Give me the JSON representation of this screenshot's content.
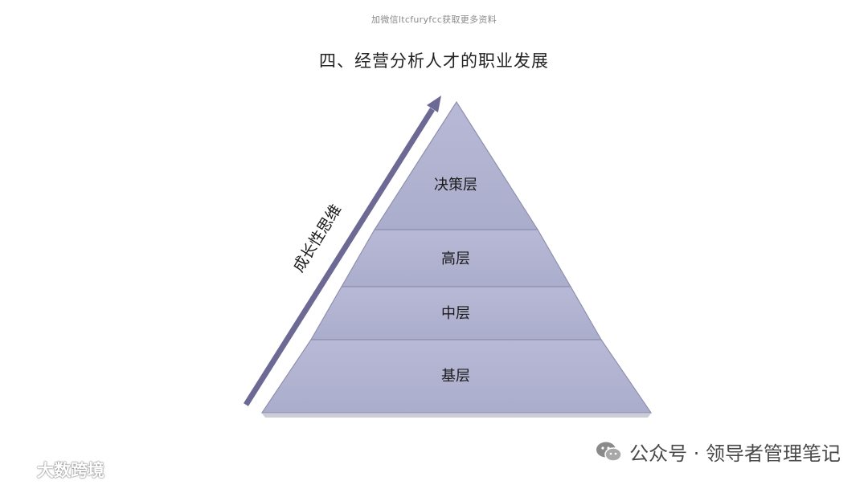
{
  "watermark": "加微信ltcfuryfcc获取更多资料",
  "title": "四、经营分析人才的职业发展",
  "pyramid": {
    "layers": [
      {
        "label": "决策层"
      },
      {
        "label": "高层"
      },
      {
        "label": "中层"
      },
      {
        "label": "基层"
      }
    ],
    "arrow_label": "成长性思维",
    "colors": {
      "layer_fill": "#b3b5d3",
      "layer_stroke": "#8e90ae",
      "arrow": "#6c6a94"
    }
  },
  "footer": {
    "source_label": "公众号 · 领导者管理笔记",
    "source_icon": "wechat-icon",
    "brand_label": "大数跨境",
    "brand_icon": "brand-logo-icon"
  }
}
